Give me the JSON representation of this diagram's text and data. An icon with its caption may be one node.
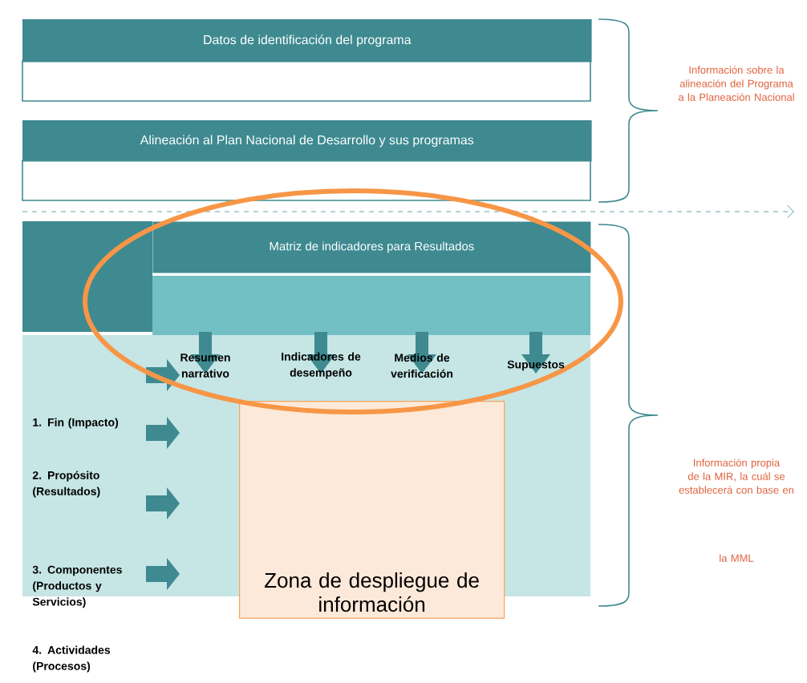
{
  "diagram": {
    "nodes": [
      {
        "text": [
          "Datos de identificación del programa"
        ]
      },
      {
        "text": [
          "Alineación al Plan Nacional de Desarrollo y sus programas"
        ]
      },
      {
        "text": [
          "Matriz de indicadores para Resultados"
        ]
      },
      {
        "text": [
          "Zona de despliegue de información"
        ]
      }
    ],
    "labels": [
      "Información sobre la alineación del Programa a la Planeación Nacional",
      "Resumen narrativo",
      "Indicadores de desempeño",
      "Medios de verificación",
      "Supuestos",
      "1. Fin (Impacto)",
      "2. Propósito (Resultados)",
      "Información propia de la MIR, la cuál se establecerá con base en",
      "3. Componentes (Productos y Servicios)",
      "la MML",
      "4. Actividades (Procesos)"
    ]
  }
}
